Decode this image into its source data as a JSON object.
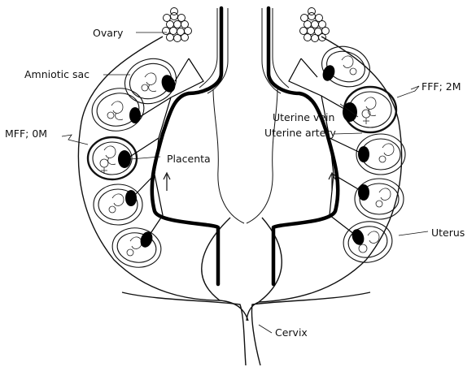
{
  "labels": {
    "ovary": "Ovary",
    "amniotic_sac": "Amniotic sac",
    "mff": "MFF; 0M",
    "placenta": "Placenta",
    "uterine_vein": "Uterine vein",
    "uterine_artery": "Uterine artery",
    "fff": "FFF; 2M",
    "uterus": "Uterus",
    "cervix": "Cervix"
  }
}
